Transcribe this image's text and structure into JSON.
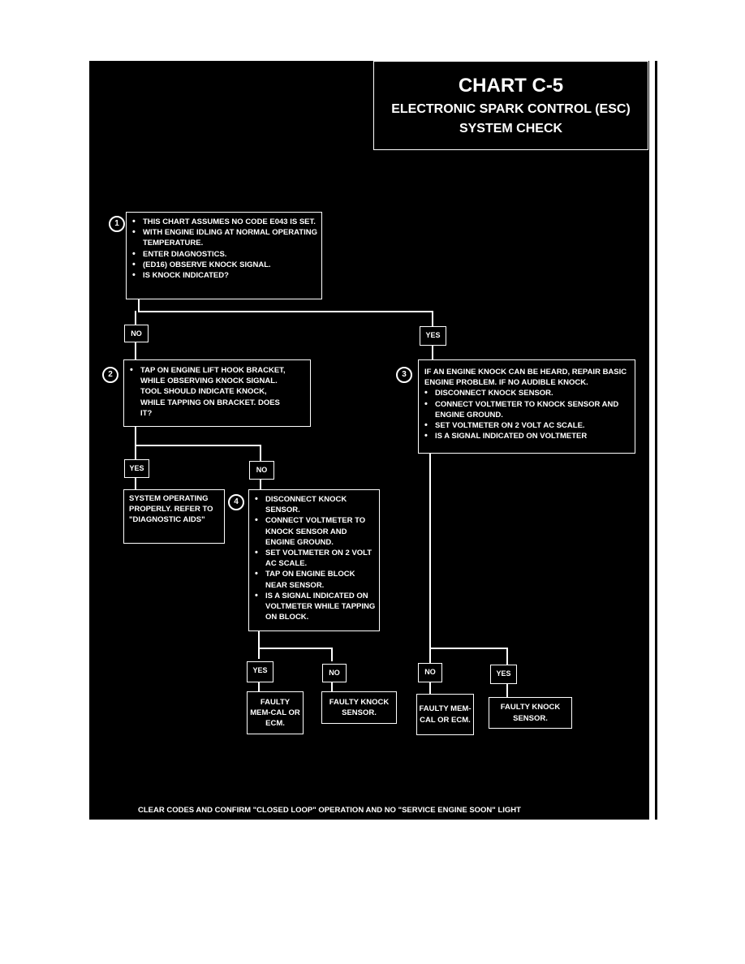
{
  "title": {
    "chart_id": "CHART C-5",
    "line1": "ELECTRONIC SPARK CONTROL (ESC)",
    "line2": "SYSTEM CHECK"
  },
  "step1": {
    "number": "1",
    "bullets": [
      "THIS CHART ASSUMES NO CODE E043 IS SET.",
      "WITH ENGINE IDLING AT NORMAL OPERATING TEMPERATURE.",
      "ENTER DIAGNOSTICS.",
      "(ED16) OBSERVE KNOCK SIGNAL.",
      "IS KNOCK INDICATED?"
    ]
  },
  "labels": {
    "step1_no": "NO",
    "step1_yes": "YES",
    "step2_yes": "YES",
    "step2_no": "NO",
    "step4_yes": "YES",
    "step4_no": "NO",
    "step3_no": "NO",
    "step3_yes": "YES"
  },
  "step2": {
    "number": "2",
    "bullets": [
      "TAP ON ENGINE LIFT HOOK BRACKET, WHILE OBSERVING KNOCK SIGNAL. TOOL SHOULD INDICATE KNOCK, WHILE TAPPING ON BRACKET. DOES IT?"
    ]
  },
  "step3": {
    "number": "3",
    "intro": "IF AN ENGINE KNOCK CAN BE HEARD, REPAIR BASIC ENGINE PROBLEM. IF NO AUDIBLE KNOCK.",
    "bullets": [
      "DISCONNECT KNOCK SENSOR.",
      "CONNECT VOLTMETER TO KNOCK SENSOR AND ENGINE GROUND.",
      "SET VOLTMETER ON 2 VOLT AC SCALE.",
      "IS A SIGNAL INDICATED ON VOLTMETER"
    ]
  },
  "step4": {
    "number": "4",
    "bullets": [
      "DISCONNECT KNOCK SENSOR.",
      "CONNECT VOLTMETER TO KNOCK SENSOR AND ENGINE GROUND.",
      "SET VOLTMETER ON 2 VOLT AC SCALE.",
      "TAP ON ENGINE BLOCK NEAR SENSOR.",
      "IS A SIGNAL INDICATED ON VOLTMETER WHILE TAPPING ON BLOCK."
    ]
  },
  "results": {
    "system_ok": "SYSTEM OPERATING PROPERLY. REFER TO \"DIAGNOSTIC AIDS\"",
    "faulty_memcal_a": "FAULTY MEM-CAL OR ECM.",
    "faulty_sensor_a": "FAULTY KNOCK SENSOR.",
    "faulty_memcal_b": "FAULTY MEM-CAL OR ECM.",
    "faulty_sensor_b": "FAULTY KNOCK SENSOR."
  },
  "footer": "CLEAR CODES AND CONFIRM \"CLOSED LOOP\" OPERATION AND NO \"SERVICE ENGINE SOON\" LIGHT",
  "colors": {
    "background": "#000000",
    "foreground": "#ffffff",
    "page": "#ffffff"
  }
}
